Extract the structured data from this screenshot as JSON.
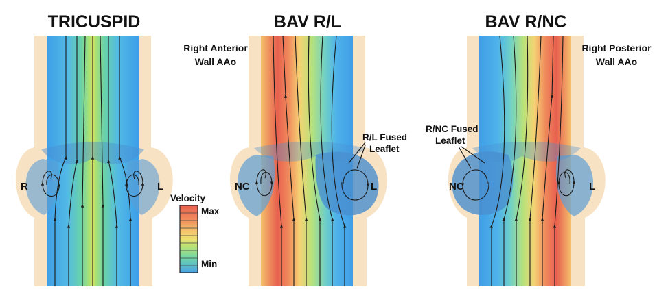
{
  "panels": [
    {
      "title": "TRICUSPID",
      "left_label": "R",
      "right_label": "L"
    },
    {
      "title": "BAV R/L",
      "left_label": "NC",
      "right_label": "L",
      "fused_label": [
        "R/L Fused",
        "Leaflet"
      ],
      "wall_label": [
        "Right Anterior",
        "Wall AAo"
      ]
    },
    {
      "title": "BAV R/NC",
      "left_label": "NC",
      "right_label": "L",
      "fused_label": [
        "R/NC Fused",
        "Leaflet"
      ],
      "wall_label": [
        "Right Posterior",
        "Wall AAo"
      ]
    }
  ],
  "legend": {
    "title": "Velocity",
    "max_label": "Max",
    "min_label": "Min",
    "colors": [
      "#e8604f",
      "#f08a5c",
      "#f5b36a",
      "#f4d974",
      "#d8e86c",
      "#9fe07a",
      "#6fd6a0",
      "#5fcbd6",
      "#58b6ea"
    ]
  },
  "colors": {
    "tissue": "#f8e2c4",
    "low_velocity": "#4aa3e6",
    "high_velocity": "#e8604f",
    "sinus": "#5c9fd6"
  }
}
